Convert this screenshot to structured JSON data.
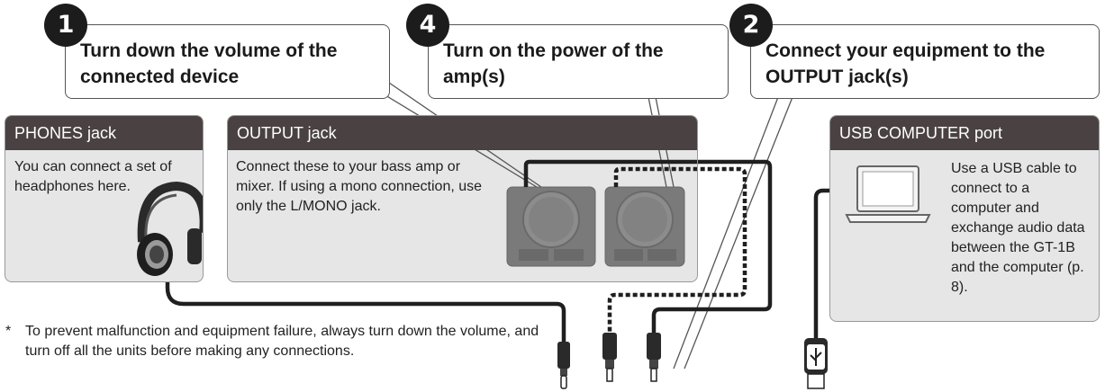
{
  "steps": [
    {
      "number": "1",
      "text": "Turn down the volume of the connected device"
    },
    {
      "number": "4",
      "text": "Turn on the power of the amp(s)"
    },
    {
      "number": "2",
      "text": "Connect your equipment to the OUTPUT jack(s)"
    }
  ],
  "panels": {
    "phones": {
      "title": "PHONES jack",
      "text": "You can connect a set of headphones here."
    },
    "output": {
      "title": "OUTPUT jack",
      "text": "Connect these to your bass amp or mixer. If using a mono connection, use only the L/MONO jack."
    },
    "usb": {
      "title": "USB COMPUTER port",
      "text": "Use a USB cable to connect to a computer and exchange audio data between the GT-1B and the computer (p. 8)."
    }
  },
  "footnote": {
    "marker": "*",
    "text": "To prevent malfunction and equipment failure, always turn down the volume, and turn off all the units before making any connections."
  },
  "icons": [
    "headphones-icon",
    "amp-icon",
    "laptop-icon",
    "usb-plug-icon",
    "phone-plug-icon"
  ],
  "colors": {
    "panel_header": "#4a4242",
    "panel_bg": "#e6e6e6",
    "step_badge": "#1c1c1c"
  }
}
